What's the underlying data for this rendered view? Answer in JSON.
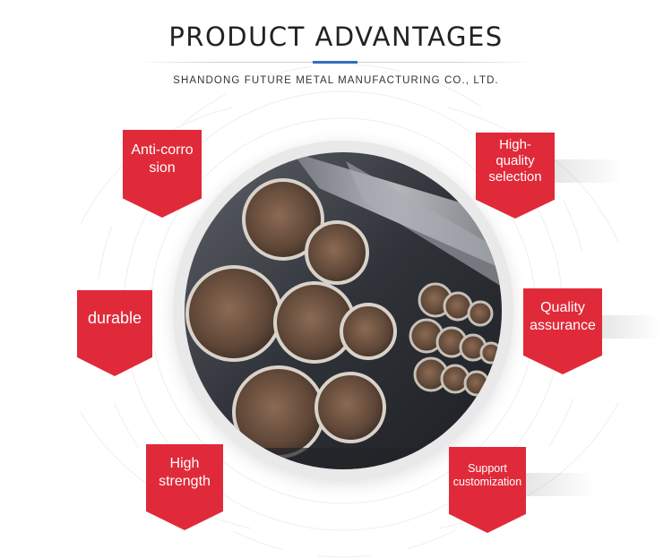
{
  "header": {
    "title": "PRODUCT ADVANTAGES",
    "subtitle": "SHANDONG FUTURE METAL MANUFACTURING CO., LTD."
  },
  "colors": {
    "tag_red": "#e02a3a",
    "accent_blue": "#2e6fbf",
    "title_text": "#222222"
  },
  "features": [
    {
      "line1": "Anti-corro",
      "line2": "sion"
    },
    {
      "line1": "High-quality",
      "line2": "selection"
    },
    {
      "line1": "durable",
      "line2": ""
    },
    {
      "line1": "Quality",
      "line2": "assurance"
    },
    {
      "line1": "High",
      "line2": "strength"
    },
    {
      "line1": "Support",
      "line2": "customization"
    }
  ],
  "image": {
    "subject": "steel-pipes-photo"
  }
}
